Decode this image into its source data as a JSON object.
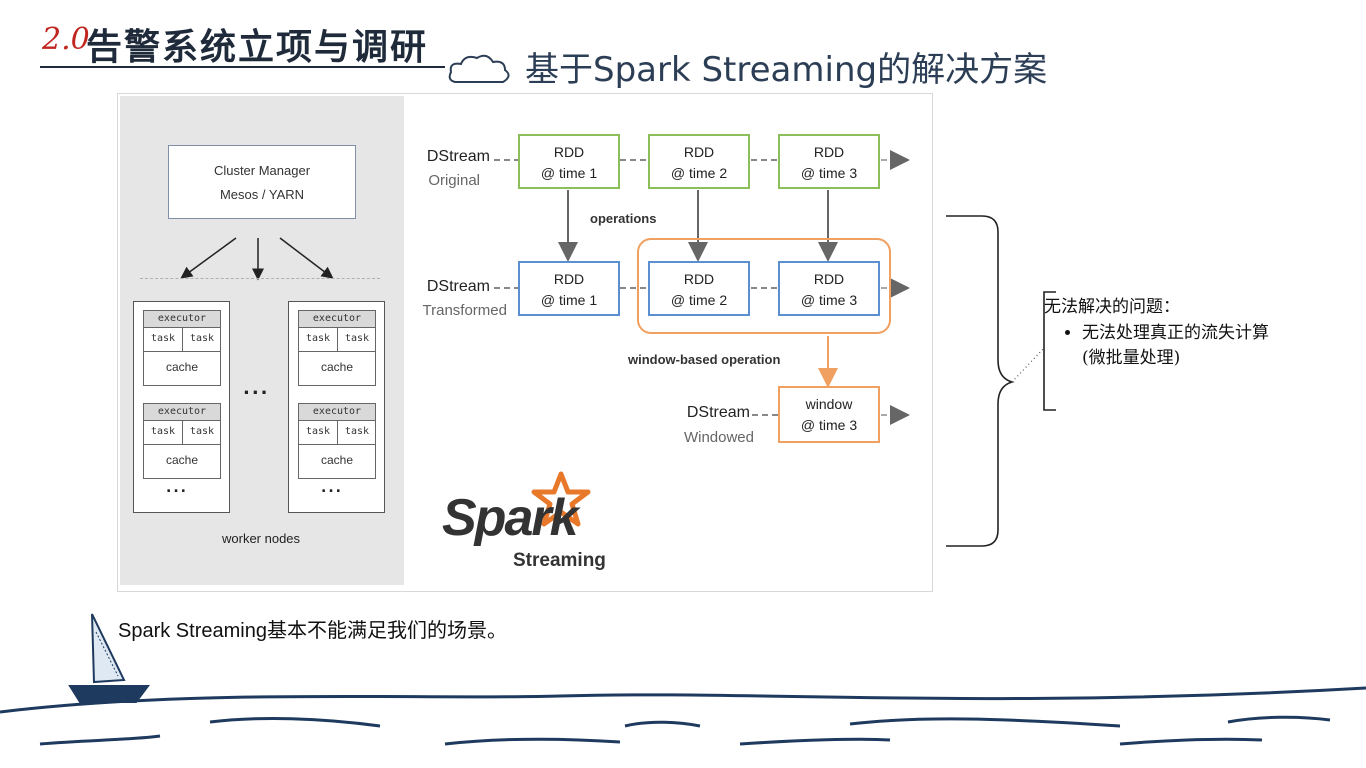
{
  "header": {
    "number": "2.0",
    "title": "告警系统立项与调研",
    "subtitle": "基于Spark Streaming的解决方案"
  },
  "diagram": {
    "cluster_manager": {
      "line1": "Cluster Manager",
      "line2": "Mesos / YARN"
    },
    "executor_label": "executor",
    "task_label": "task",
    "cache_label": "cache",
    "ellipsis": "...",
    "worker_nodes": "worker nodes",
    "streams": [
      {
        "name": "DStream",
        "type": "Original"
      },
      {
        "name": "DStream",
        "type": "Transformed"
      },
      {
        "name": "DStream",
        "type": "Windowed"
      }
    ],
    "rdd_label": "RDD",
    "times": [
      "@ time 1",
      "@ time 2",
      "@ time 3"
    ],
    "window_label": "window",
    "window_time": "@ time 3",
    "operations": "operations",
    "window_operation": "window-based operation",
    "logo": {
      "name": "Spark",
      "product": "Streaming"
    }
  },
  "problem": {
    "title": "无法解决的问题：",
    "items": [
      "无法处理真正的流失计算(微批量处理)"
    ]
  },
  "footer_text": "Spark Streaming基本不能满足我们的场景。",
  "colors": {
    "navy": "#1f3a5f",
    "green": "#8cbf5a",
    "blue": "#5a8fd0",
    "orange": "#f0a060",
    "red": "#c0261f"
  }
}
